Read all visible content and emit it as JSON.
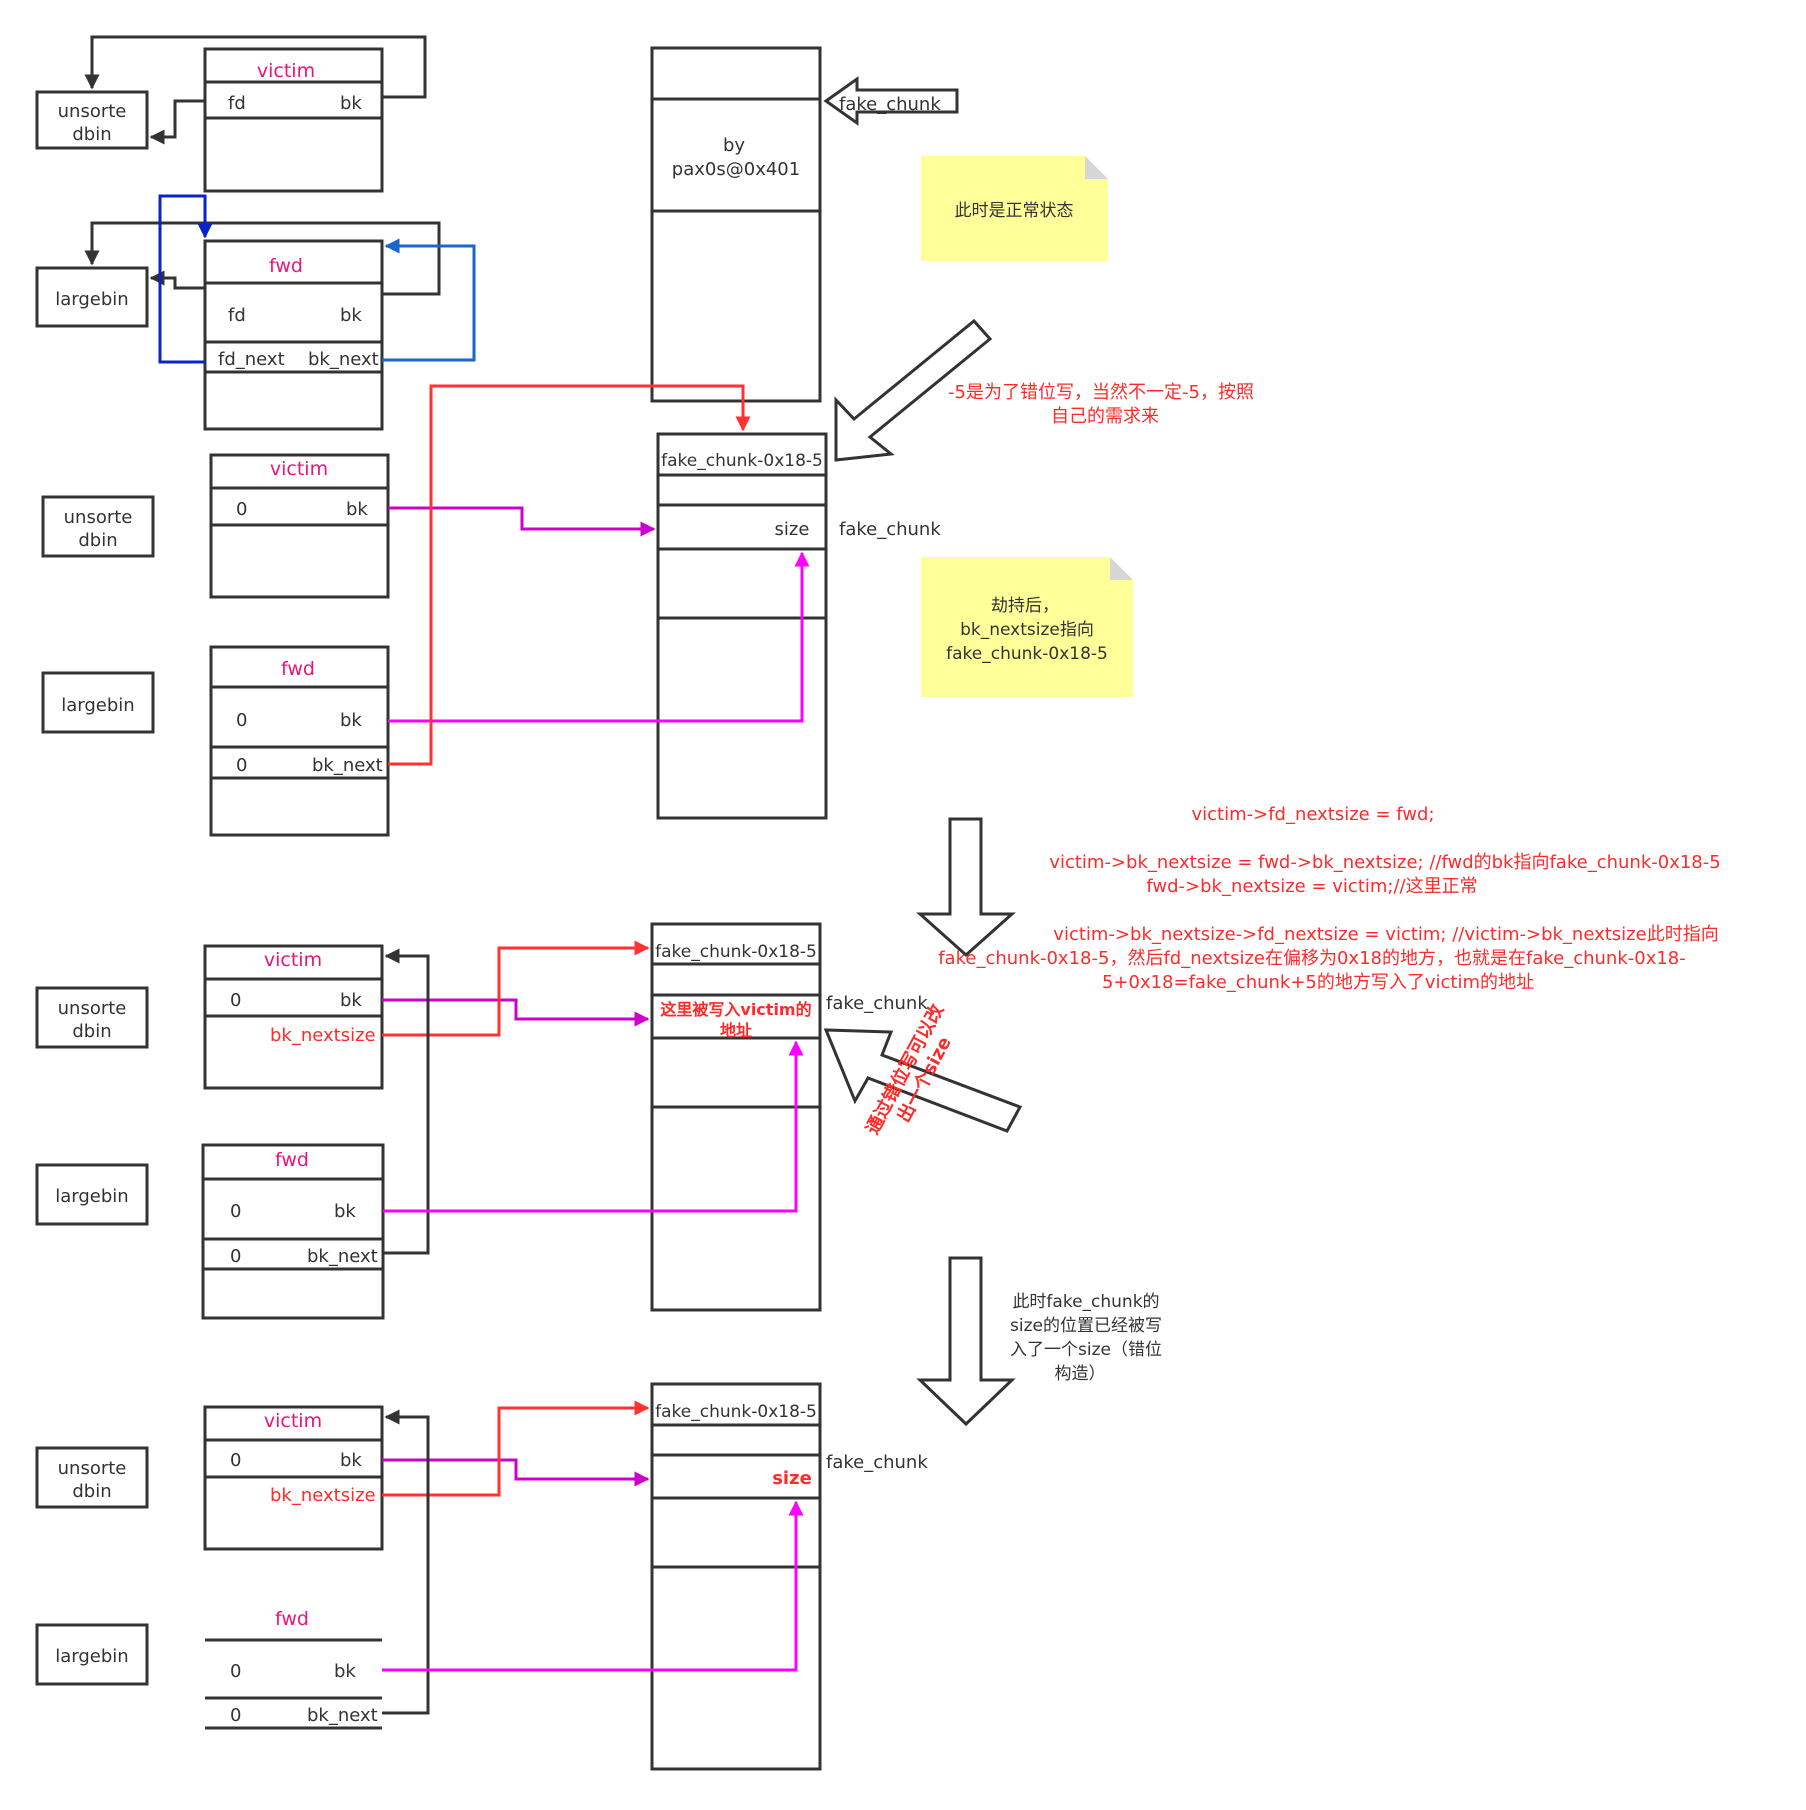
{
  "panel1": {
    "unsorted_bin": [
      "unsorte",
      "dbin"
    ],
    "victim": {
      "title": "victim",
      "fd": "fd",
      "bk": "bk"
    },
    "largebin": "largebin",
    "fwd": {
      "title": "fwd",
      "fd": "fd",
      "bk": "bk",
      "fd_next": "fd_next",
      "bk_next": "bk_next"
    },
    "top_chunk_caption": [
      "by",
      "pax0s@0x401"
    ],
    "fake_chunk_arrow_label": "fake_chunk",
    "sticky_note": "此时是正常状态"
  },
  "panel2": {
    "unsorted_bin": [
      "unsorte",
      "dbin"
    ],
    "victim": {
      "title": "victim",
      "left": "0",
      "right": "bk"
    },
    "largebin": "largebin",
    "fwd": {
      "title": "fwd",
      "row1_left": "0",
      "row1_right": "bk",
      "row2_left": "0",
      "row2_right": "bk_next"
    },
    "chunk_header": "fake_chunk-0x18-5",
    "size_label": "size",
    "fake_chunk_label": "fake_chunk",
    "offset_note": [
      "-5是为了错位写，当然不一定-5，按照",
      "自己的需求来"
    ],
    "sticky_note": [
      "劫持后，",
      "bk_nextsize指向",
      "fake_chunk-0x18-5"
    ]
  },
  "code_notes": {
    "line1": "victim->fd_nextsize = fwd;",
    "line2": "victim->bk_nextsize = fwd->bk_nextsize; //fwd的bk指向fake_chunk-0x18-5",
    "line3": "fwd->bk_nextsize = victim;//这里正常",
    "line4": "victim->bk_nextsize->fd_nextsize = victim; //victim->bk_nextsize此时指向",
    "line5": "fake_chunk-0x18-5，然后fd_nextsize在偏移为0x18的地方，也就是在fake_chunk-0x18-",
    "line6": "5+0x18=fake_chunk+5的地方写入了victim的地址"
  },
  "panel3": {
    "unsorted_bin": [
      "unsorte",
      "dbin"
    ],
    "victim": {
      "title": "victim",
      "left": "0",
      "right": "bk",
      "nextsize": "bk_nextsize"
    },
    "largebin": "largebin",
    "fwd": {
      "title": "fwd",
      "row1_left": "0",
      "row1_right": "bk",
      "row2_left": "0",
      "row2_right": "bk_next"
    },
    "chunk_header": "fake_chunk-0x18-5",
    "written_note": [
      "这里被写入victim的",
      "地址"
    ],
    "fake_chunk_label": "fake_chunk",
    "rotated_note": [
      "通过错位写可以改",
      "出一个size"
    ]
  },
  "panel4_note": [
    "此时fake_chunk的",
    "size的位置已经被写",
    "入了一个size（错位",
    "构造）"
  ],
  "panel4": {
    "unsorted_bin": [
      "unsorte",
      "dbin"
    ],
    "victim": {
      "title": "victim",
      "left": "0",
      "right": "bk",
      "nextsize": "bk_nextsize"
    },
    "largebin": "largebin",
    "fwd": {
      "title": "fwd",
      "row1_left": "0",
      "row1_right": "bk",
      "row2_left": "0",
      "row2_right": "bk_next"
    },
    "chunk_header": "fake_chunk-0x18-5",
    "size_label": "size",
    "fake_chunk_label": "fake_chunk"
  }
}
